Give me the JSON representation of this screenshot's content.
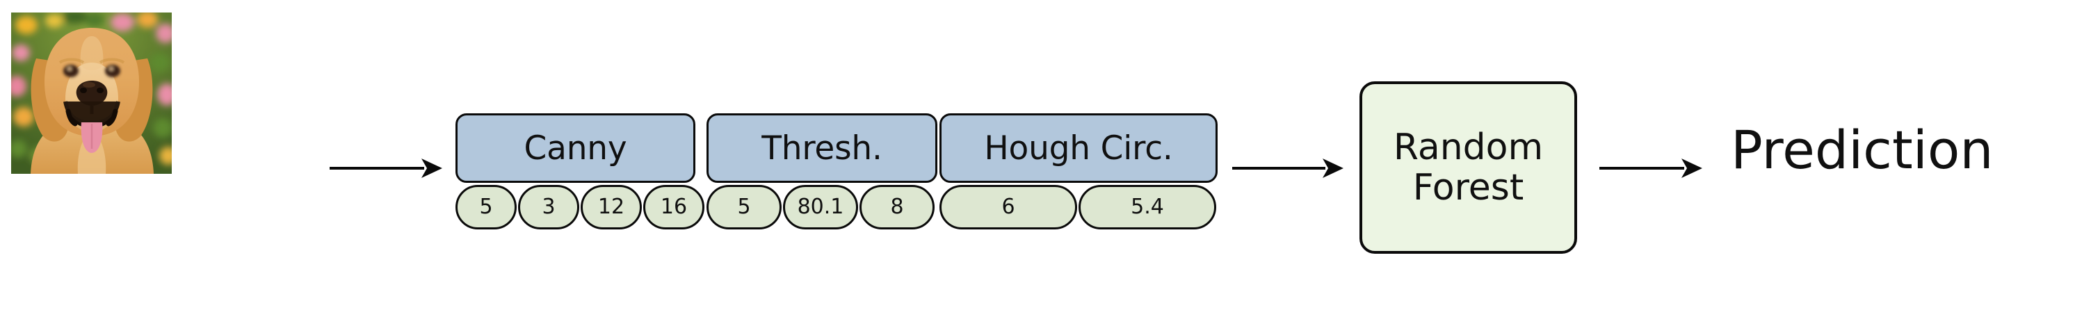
{
  "diagram": {
    "title": "Image feature-extraction pipeline into Random Forest classifier",
    "colors": {
      "stage_fill": "#b2c7dc",
      "param_fill": "#dde7d1",
      "model_fill": "#ecf5e3",
      "stroke": "#0a0a0a",
      "background": "#ffffff"
    }
  },
  "input": {
    "name": "input-image",
    "alt": "Photograph of a golden retriever dog facing the camera with tongue out, blurred green and pink floral background"
  },
  "arrows": [
    {
      "name": "arrow-image-to-pipeline",
      "label": ""
    },
    {
      "name": "arrow-pipeline-to-model",
      "label": ""
    },
    {
      "name": "arrow-model-to-output",
      "label": ""
    }
  ],
  "pipeline": {
    "stages": [
      {
        "id": "canny",
        "label": "Canny",
        "params": [
          "5",
          "3",
          "12",
          "16"
        ]
      },
      {
        "id": "thresh",
        "label": "Thresh.",
        "params": [
          "5",
          "80.1",
          "8"
        ]
      },
      {
        "id": "hough",
        "label": "Hough Circ.",
        "params": [
          "6",
          "5.4"
        ]
      }
    ]
  },
  "model": {
    "name": "random-forest",
    "line1": "Random",
    "line2": "Forest"
  },
  "output": {
    "label": "Prediction"
  }
}
